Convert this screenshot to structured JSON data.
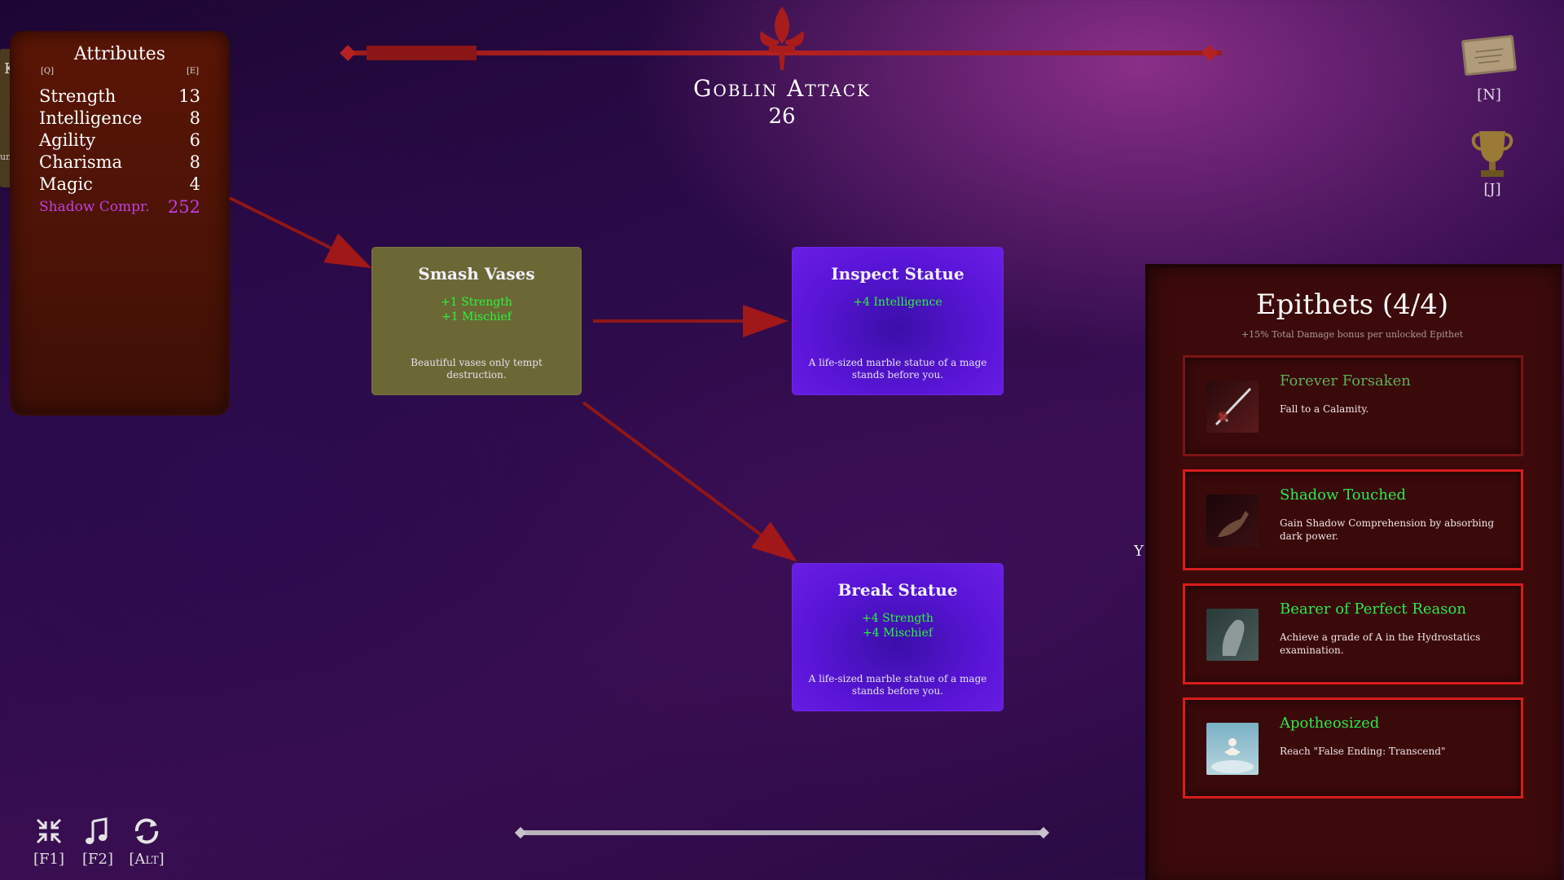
{
  "attributes": {
    "title": "Attributes",
    "key_left": "[Q]",
    "key_right": "[E]",
    "tab_letter": "K",
    "tab_sub": "un",
    "stats": [
      {
        "name": "Strength",
        "value": "13"
      },
      {
        "name": "Intelligence",
        "value": "8"
      },
      {
        "name": "Agility",
        "value": "6"
      },
      {
        "name": "Charisma",
        "value": "8"
      },
      {
        "name": "Magic",
        "value": "4"
      }
    ],
    "shadow": {
      "name": "Shadow Compr.",
      "value": "252"
    }
  },
  "event": {
    "title": "Goblin Attack",
    "number": "26"
  },
  "cards": [
    {
      "title": "Smash Vases",
      "bonuses": [
        "+1 Strength",
        "+1 Mischief"
      ],
      "desc": "Beautiful vases only tempt destruction."
    },
    {
      "title": "Inspect Statue",
      "bonuses": [
        "+4 Intelligence"
      ],
      "desc": "A life-sized marble statue of a mage stands before you."
    },
    {
      "title": "Break Statue",
      "bonuses": [
        "+4 Strength",
        "+4 Mischief"
      ],
      "desc": "A life-sized marble statue of a mage stands before you."
    }
  ],
  "side_icons": {
    "notes_key": "[N]",
    "trophy_key": "[J]"
  },
  "epithets": {
    "title": "Epithets (4/4)",
    "subtitle": "+15% Total Damage bonus per unlocked Epithet",
    "items": [
      {
        "name": "Forever Forsaken",
        "desc": "Fall to a Calamity."
      },
      {
        "name": "Shadow Touched",
        "desc": "Gain Shadow Comprehension by absorbing dark power."
      },
      {
        "name": "Bearer of Perfect Reason",
        "desc": "Achieve a grade of A in the Hydrostatics examination."
      },
      {
        "name": "Apotheosized",
        "desc": "Reach \"False Ending: Transcend\""
      }
    ]
  },
  "edge_letter": "Y",
  "controls": [
    {
      "icon": "shrink-icon",
      "key": "[F1]"
    },
    {
      "icon": "music-note-icon",
      "key": "[F2]"
    },
    {
      "icon": "refresh-icon",
      "key": "[Alt]"
    }
  ],
  "colors": {
    "olive_card": "#6b6835",
    "violet_card": "#5a15d8",
    "bonus_green": "#2bf53b",
    "epithet_border": "#d81c1c",
    "shadow_purple": "#c040e0"
  }
}
